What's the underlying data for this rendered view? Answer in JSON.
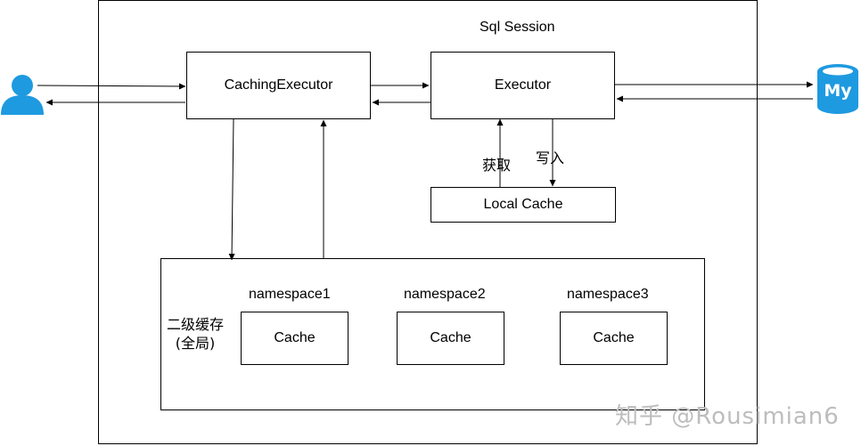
{
  "session": {
    "title": "Sql Session"
  },
  "caching_executor": {
    "label": "CachingExecutor"
  },
  "executor": {
    "label": "Executor"
  },
  "local_cache": {
    "label": "Local Cache"
  },
  "edges": {
    "get_label": "获取",
    "write_label": "写入"
  },
  "second_level": {
    "label_line1": "二级缓存",
    "label_line2": "(全局)",
    "namespaces": [
      {
        "name": "namespace1",
        "cache_label": "Cache"
      },
      {
        "name": "namespace2",
        "cache_label": "Cache"
      },
      {
        "name": "namespace3",
        "cache_label": "Cache"
      }
    ]
  },
  "database": {
    "icon_text": "My",
    "color": "#1e9ae0"
  },
  "user": {
    "color": "#1e9ae0"
  },
  "watermark": {
    "text": "知乎 @Rousimian6"
  }
}
